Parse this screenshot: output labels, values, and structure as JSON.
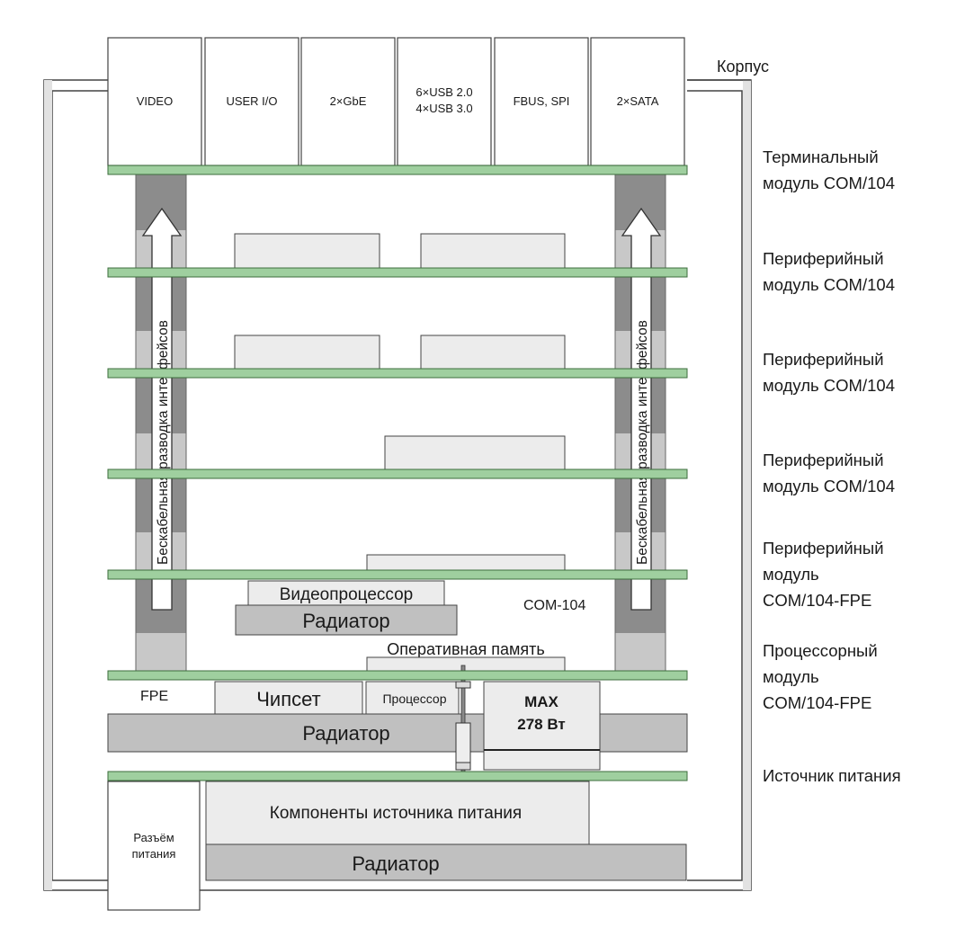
{
  "connectors": [
    {
      "id": "video",
      "lines": [
        "VIDEO"
      ]
    },
    {
      "id": "user-io",
      "lines": [
        "USER I/O"
      ]
    },
    {
      "id": "gbe",
      "lines": [
        "2×GbE"
      ]
    },
    {
      "id": "usb",
      "lines": [
        "6×USB 2.0",
        "4×USB 3.0"
      ]
    },
    {
      "id": "fbus",
      "lines": [
        "FBUS, SPI"
      ]
    },
    {
      "id": "sata",
      "lines": [
        "2×SATA"
      ]
    }
  ],
  "enclosure_label": "Корпус",
  "module_labels": [
    {
      "id": "terminal",
      "lines": [
        "Терминальный",
        "модуль COM/104"
      ]
    },
    {
      "id": "peripheral-1",
      "lines": [
        "Периферийный",
        "модуль COM/104"
      ]
    },
    {
      "id": "peripheral-2",
      "lines": [
        "Периферийный",
        "модуль COM/104"
      ]
    },
    {
      "id": "peripheral-3",
      "lines": [
        "Периферийный",
        "модуль COM/104"
      ]
    },
    {
      "id": "peripheral-fpe",
      "lines": [
        "Периферийный",
        "модуль",
        "COM/104-FPE"
      ]
    },
    {
      "id": "processor",
      "lines": [
        "Процессорный",
        "модуль",
        "COM/104-FPE"
      ]
    },
    {
      "id": "psu",
      "lines": [
        "Источник питания"
      ]
    }
  ],
  "bus_label": "Бескабельная разводка интерфейсов",
  "components": {
    "video_processor": "Видеопроцессор",
    "radiator": "Радиатор",
    "com104": "COM-104",
    "ram": "Оперативная память",
    "fpe": "FPE",
    "chipset": "Чипсет",
    "processor": "Процессор",
    "max_power": [
      "MAX",
      "278 Вт"
    ],
    "psu_components": "Компоненты источника питания",
    "power_connector": [
      "Разъём",
      "питания"
    ]
  },
  "colors": {
    "board": "#9fcf9f",
    "board_stroke": "#3c6e3c",
    "stack_dark": "#8c8c8c",
    "stack_light": "#c8c8c8",
    "radiator": "#c0c0c0",
    "chip": "#ececec",
    "enclosure": "#e2e2e2"
  }
}
